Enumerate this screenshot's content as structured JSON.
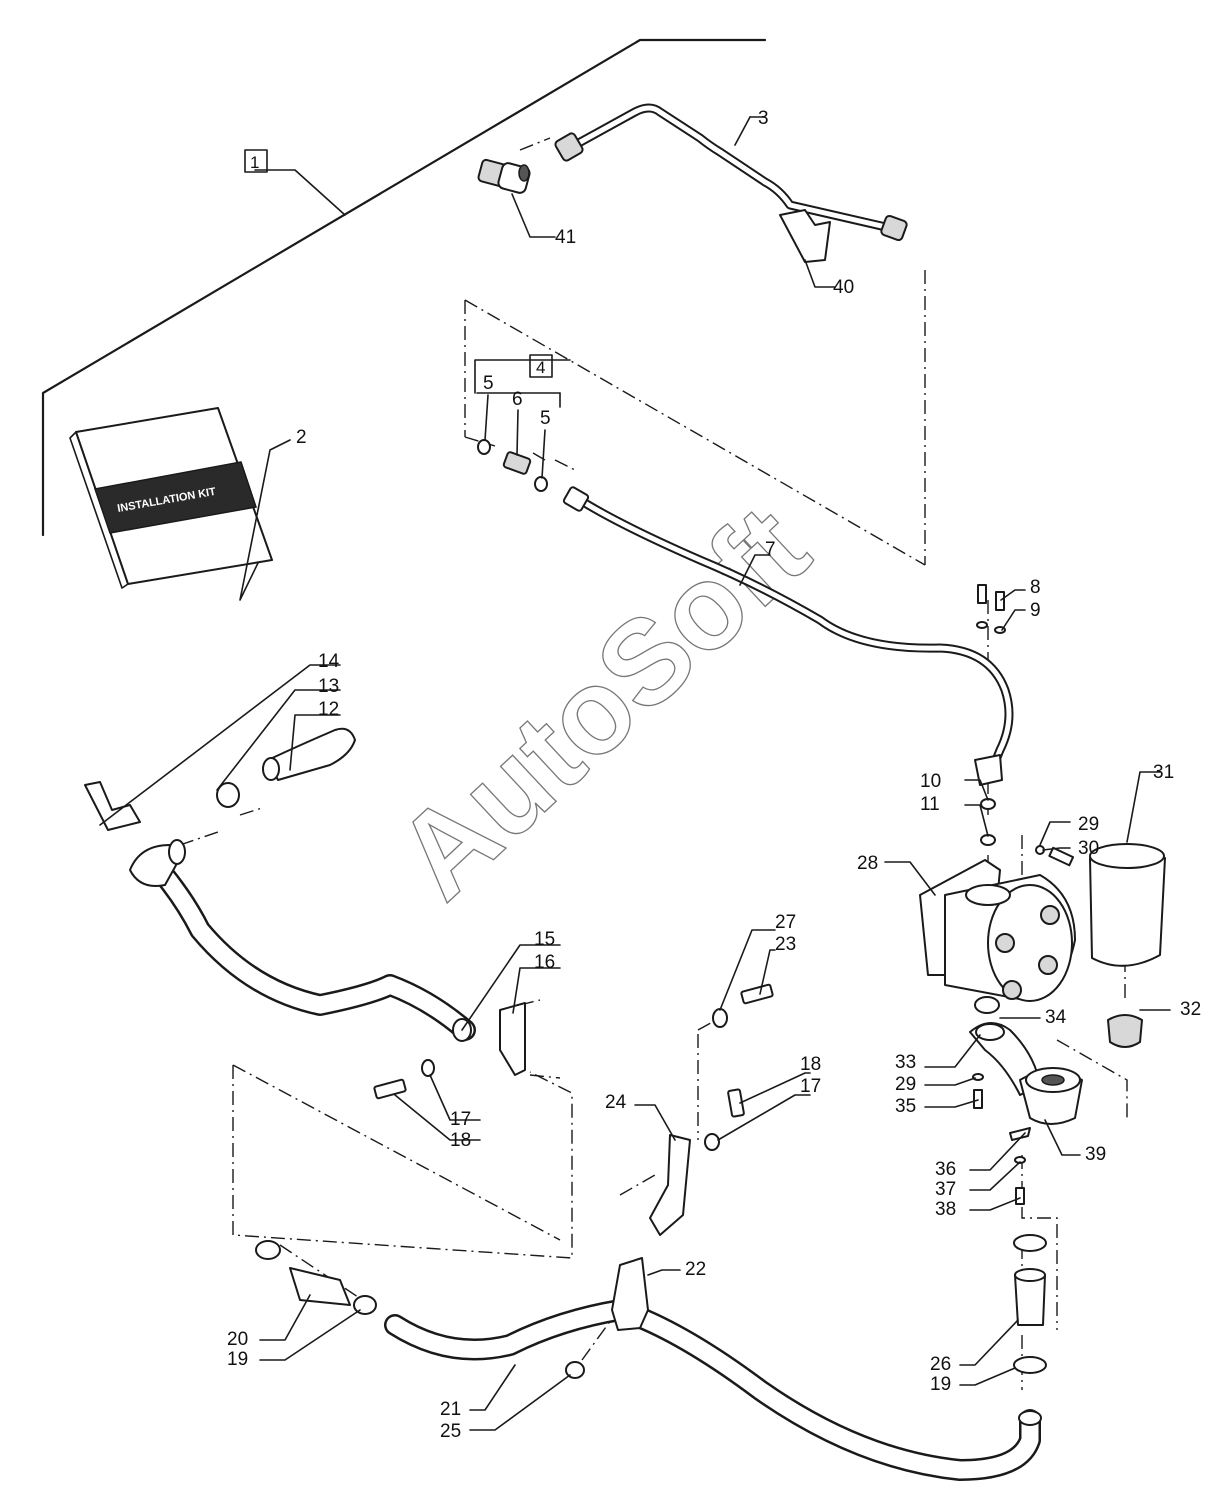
{
  "watermark": "AutoSoft",
  "kit_label": "INSTALLATION KIT",
  "callouts": {
    "c1": "1",
    "c2": "2",
    "c3": "3",
    "c4": "4",
    "c5a": "5",
    "c5b": "5",
    "c6": "6",
    "c7": "7",
    "c8": "8",
    "c9": "9",
    "c10": "10",
    "c11": "11",
    "c12": "12",
    "c13": "13",
    "c14": "14",
    "c15": "15",
    "c16": "16",
    "c17a": "17",
    "c18a": "18",
    "c17b": "17",
    "c18b": "18",
    "c19a": "19",
    "c19b": "19",
    "c20": "20",
    "c21": "21",
    "c22": "22",
    "c23": "23",
    "c24": "24",
    "c25": "25",
    "c26": "26",
    "c27": "27",
    "c28": "28",
    "c29a": "29",
    "c29b": "29",
    "c30": "30",
    "c31": "31",
    "c32": "32",
    "c33": "33",
    "c34": "34",
    "c35": "35",
    "c36": "36",
    "c37": "37",
    "c38": "38",
    "c39": "39",
    "c40": "40",
    "c41": "41"
  }
}
